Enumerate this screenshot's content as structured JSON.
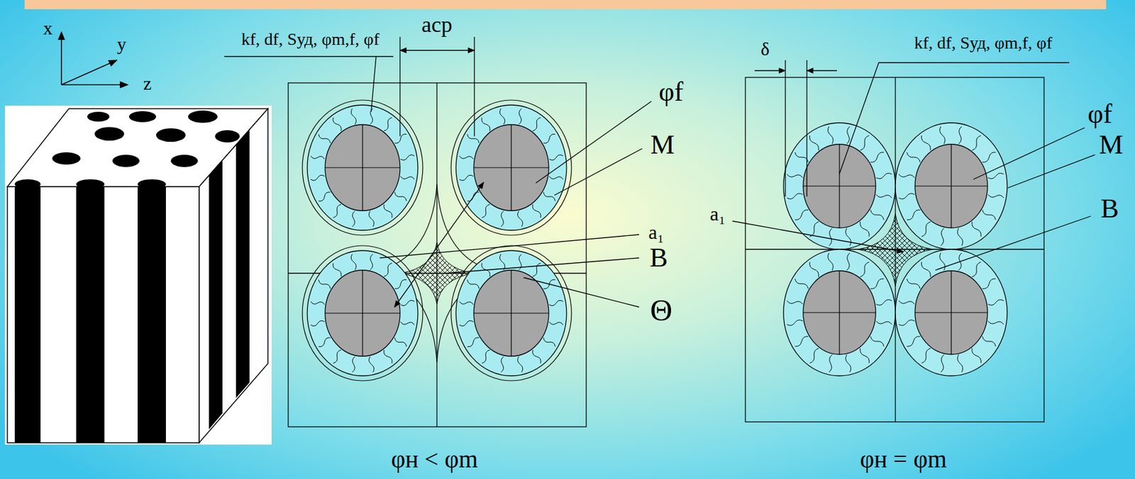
{
  "diagram": {
    "labels": [
      "x",
      "y",
      "z",
      "aср",
      "kf, df, Sуд, φm,f, φf",
      "φf",
      "M",
      "a₁",
      "B",
      "Θ",
      "φн < φm",
      "δ",
      "kf, df, Sуд, φm,f, φf",
      "φf",
      "M",
      "a₁",
      "B",
      "φн = φm"
    ]
  }
}
